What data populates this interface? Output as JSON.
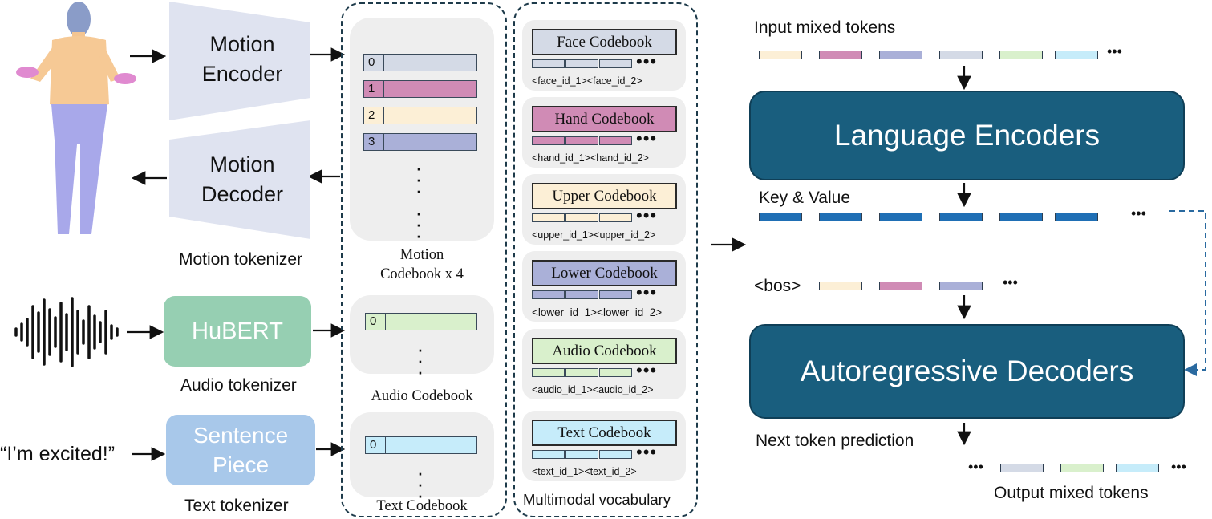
{
  "left": {
    "motion_encoder": "Motion\nEncoder",
    "motion_decoder": "Motion\nDecoder",
    "motion_tokenizer": "Motion tokenizer",
    "hubert": "HuBERT",
    "audio_tokenizer": "Audio tokenizer",
    "quote": "“I’m excited!”",
    "sentence_piece": "Sentence\nPiece",
    "text_tokenizer": "Text tokenizer"
  },
  "codebooks": {
    "motion_indices": [
      "0",
      "1",
      "2",
      "3"
    ],
    "motion_label": "Motion\nCodebook x 4",
    "audio_index": "0",
    "audio_label": "Audio Codebook",
    "text_index": "0",
    "text_label": "Text Codebook"
  },
  "vocab": {
    "items": [
      {
        "title": "Face Codebook",
        "ids": "<face_id_1><face_id_2>",
        "color": "#d4dae6"
      },
      {
        "title": "Hand Codebook",
        "ids": "<hand_id_1><hand_id_2>",
        "color": "#d08bb5"
      },
      {
        "title": "Upper Codebook",
        "ids": "<upper_id_1><upper_id_2>",
        "color": "#fcefd6"
      },
      {
        "title": "Lower Codebook",
        "ids": "<lower_id_1><lower_id_2>",
        "color": "#aab0d8"
      },
      {
        "title": "Audio Codebook",
        "ids": "<audio_id_1><audio_id_2>",
        "color": "#d9f0cc"
      },
      {
        "title": "Text Codebook",
        "ids": "<text_id_1><text_id_2>",
        "color": "#c6ecfa"
      }
    ],
    "label": "Multimodal vocabulary",
    "dots": "•••"
  },
  "right": {
    "input_label": "Input mixed tokens",
    "encoders": "Language Encoders",
    "key_value": "Key & Value",
    "bos": "<bos>",
    "decoders": "Autoregressive Decoders",
    "next_token": "Next token prediction",
    "output_label": "Output mixed tokens",
    "ellipsis": "•••"
  },
  "colors": {
    "face": "#d4dae6",
    "hand": "#d08bb5",
    "upper": "#fcefd6",
    "lower": "#aab0d8",
    "audio": "#d9f0cc",
    "text": "#c6ecfa",
    "kv": "#1f6fb5",
    "block": "#195e7e",
    "hubert": "#96cfb2",
    "sentence_piece": "#a8c8ea",
    "tokenizer_trapezoid": "#dfe3f0"
  }
}
